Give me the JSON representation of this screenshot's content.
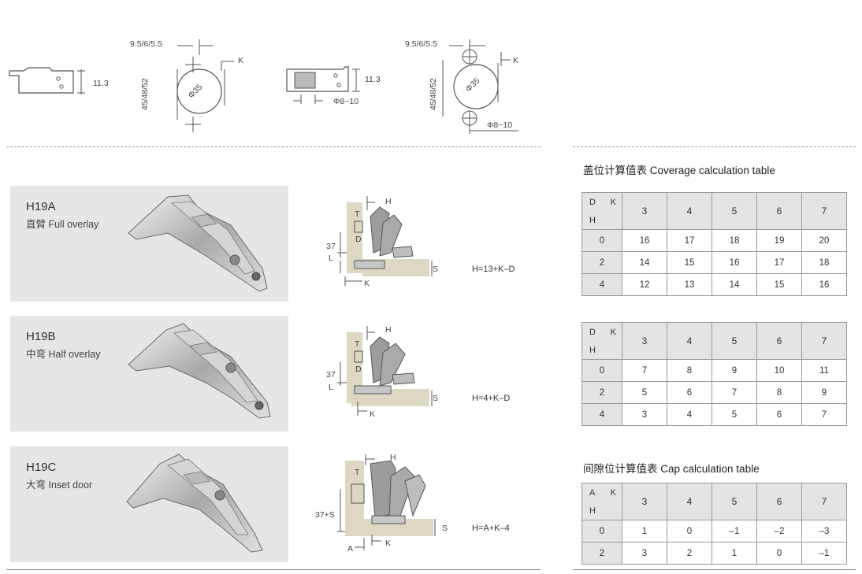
{
  "top_drawings": {
    "plate_a_height": "11.3",
    "cup_a_offsets": "9.5/6/5.5",
    "cup_a_distance": "45/48/52",
    "cup_a_diameter": "Φ35",
    "cup_a_k": "K",
    "plate_b_height": "11.3",
    "plate_b_hole": "Φ8~10",
    "cup_b_offsets": "9.5/6/5.5",
    "cup_b_distance": "45/48/52",
    "cup_b_diameter": "Φ35",
    "cup_b_k": "K",
    "cup_b_hole": "Φ8~10"
  },
  "models": [
    {
      "code": "H19A",
      "desc": "直臂 Full overlay",
      "formula": "H=13+K–D",
      "labels": {
        "h": "H",
        "t": "T",
        "d": "D",
        "l": "L",
        "s": "S",
        "k": "K",
        "side": "37"
      }
    },
    {
      "code": "H19B",
      "desc": "中弯 Half overlay",
      "formula": "H=4+K–D",
      "labels": {
        "h": "H",
        "t": "T",
        "d": "D",
        "l": "L",
        "s": "S",
        "k": "K",
        "side": "37"
      }
    },
    {
      "code": "H19C",
      "desc": "大弯 Inset door",
      "formula": "H=A+K–4",
      "labels": {
        "h": "H",
        "t": "T",
        "a": "A",
        "s": "S",
        "k": "K",
        "side": "37+S"
      }
    }
  ],
  "coverage": {
    "title": "盖位计算值表  Coverage calculation table",
    "table1": {
      "corner": {
        "row_var": "D",
        "col_var": "K",
        "res_var": "H"
      },
      "k_values": [
        "3",
        "4",
        "5",
        "6",
        "7"
      ],
      "rows": [
        {
          "key": "0",
          "values": [
            "16",
            "17",
            "18",
            "19",
            "20"
          ]
        },
        {
          "key": "2",
          "values": [
            "14",
            "15",
            "16",
            "17",
            "18"
          ]
        },
        {
          "key": "4",
          "values": [
            "12",
            "13",
            "14",
            "15",
            "16"
          ]
        }
      ]
    },
    "table2": {
      "corner": {
        "row_var": "D",
        "col_var": "K",
        "res_var": "H"
      },
      "k_values": [
        "3",
        "4",
        "5",
        "6",
        "7"
      ],
      "rows": [
        {
          "key": "0",
          "values": [
            "7",
            "8",
            "9",
            "10",
            "11"
          ]
        },
        {
          "key": "2",
          "values": [
            "5",
            "6",
            "7",
            "8",
            "9"
          ]
        },
        {
          "key": "4",
          "values": [
            "3",
            "4",
            "5",
            "6",
            "7"
          ]
        }
      ]
    }
  },
  "cap": {
    "title": "间隙位计算值表  Cap calculation table",
    "table": {
      "corner": {
        "row_var": "A",
        "col_var": "K",
        "res_var": "H"
      },
      "k_values": [
        "3",
        "4",
        "5",
        "6",
        "7"
      ],
      "rows": [
        {
          "key": "0",
          "values": [
            "1",
            "0",
            "–1",
            "–2",
            "–3"
          ]
        },
        {
          "key": "2",
          "values": [
            "3",
            "2",
            "1",
            "0",
            "–1"
          ]
        }
      ]
    }
  }
}
